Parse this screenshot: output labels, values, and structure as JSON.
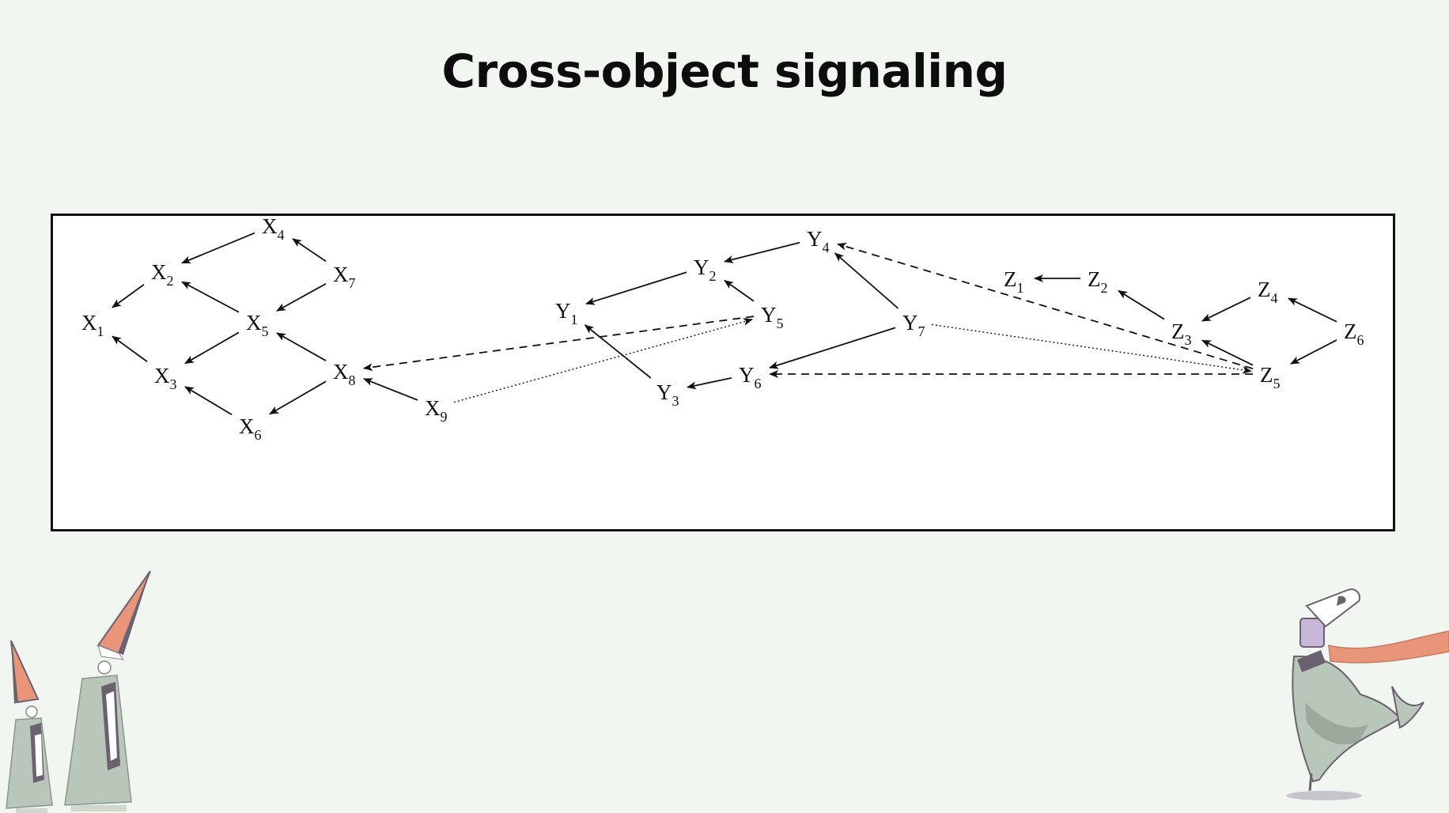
{
  "title": "Cross-object signaling",
  "colors": {
    "background": "#f2f6f1",
    "panel": "#ffffff",
    "ink": "#111111",
    "deco_grey": "#b9c6ba",
    "deco_dark": "#6b6270",
    "deco_salmon": "#e8957a"
  },
  "diagram": {
    "nodes": [
      {
        "id": "X1",
        "letter": "X",
        "sub": "1"
      },
      {
        "id": "X2",
        "letter": "X",
        "sub": "2"
      },
      {
        "id": "X3",
        "letter": "X",
        "sub": "3"
      },
      {
        "id": "X4",
        "letter": "X",
        "sub": "4"
      },
      {
        "id": "X5",
        "letter": "X",
        "sub": "5"
      },
      {
        "id": "X6",
        "letter": "X",
        "sub": "6"
      },
      {
        "id": "X7",
        "letter": "X",
        "sub": "7"
      },
      {
        "id": "X8",
        "letter": "X",
        "sub": "8"
      },
      {
        "id": "X9",
        "letter": "X",
        "sub": "9"
      },
      {
        "id": "Y1",
        "letter": "Y",
        "sub": "1"
      },
      {
        "id": "Y2",
        "letter": "Y",
        "sub": "2"
      },
      {
        "id": "Y3",
        "letter": "Y",
        "sub": "3"
      },
      {
        "id": "Y4",
        "letter": "Y",
        "sub": "4"
      },
      {
        "id": "Y5",
        "letter": "Y",
        "sub": "5"
      },
      {
        "id": "Y6",
        "letter": "Y",
        "sub": "6"
      },
      {
        "id": "Y7",
        "letter": "Y",
        "sub": "7"
      },
      {
        "id": "Z1",
        "letter": "Z",
        "sub": "1"
      },
      {
        "id": "Z2",
        "letter": "Z",
        "sub": "2"
      },
      {
        "id": "Z3",
        "letter": "Z",
        "sub": "3"
      },
      {
        "id": "Z4",
        "letter": "Z",
        "sub": "4"
      },
      {
        "id": "Z5",
        "letter": "Z",
        "sub": "5"
      },
      {
        "id": "Z6",
        "letter": "Z",
        "sub": "6"
      }
    ],
    "edges": [
      {
        "from": "X2",
        "to": "X1",
        "style": "solid"
      },
      {
        "from": "X3",
        "to": "X1",
        "style": "solid"
      },
      {
        "from": "X4",
        "to": "X2",
        "style": "solid"
      },
      {
        "from": "X5",
        "to": "X2",
        "style": "solid"
      },
      {
        "from": "X5",
        "to": "X3",
        "style": "solid"
      },
      {
        "from": "X6",
        "to": "X3",
        "style": "solid"
      },
      {
        "from": "X7",
        "to": "X4",
        "style": "solid"
      },
      {
        "from": "X7",
        "to": "X5",
        "style": "solid"
      },
      {
        "from": "X8",
        "to": "X5",
        "style": "solid"
      },
      {
        "from": "X8",
        "to": "X6",
        "style": "solid"
      },
      {
        "from": "X9",
        "to": "X8",
        "style": "solid"
      },
      {
        "from": "Y2",
        "to": "Y1",
        "style": "solid"
      },
      {
        "from": "Y3",
        "to": "Y1",
        "style": "solid"
      },
      {
        "from": "Y4",
        "to": "Y2",
        "style": "solid"
      },
      {
        "from": "Y5",
        "to": "Y2",
        "style": "solid"
      },
      {
        "from": "Y3",
        "to": "Y6",
        "style": "solid",
        "reverse": true
      },
      {
        "from": "Y7",
        "to": "Y4",
        "style": "solid"
      },
      {
        "from": "Y7",
        "to": "Y6",
        "style": "solid"
      },
      {
        "from": "Z2",
        "to": "Z1",
        "style": "solid"
      },
      {
        "from": "Z3",
        "to": "Z2",
        "style": "solid"
      },
      {
        "from": "Z4",
        "to": "Z3",
        "style": "solid"
      },
      {
        "from": "Z5",
        "to": "Z3",
        "style": "solid"
      },
      {
        "from": "Z6",
        "to": "Z4",
        "style": "solid"
      },
      {
        "from": "Z6",
        "to": "Z5",
        "style": "solid"
      },
      {
        "from": "Y5",
        "to": "X8",
        "style": "dashed"
      },
      {
        "from": "X9",
        "to": "Y5",
        "style": "dotted"
      },
      {
        "from": "Z5",
        "to": "Y4",
        "style": "dashed"
      },
      {
        "from": "Z5",
        "to": "Y6",
        "style": "dashed"
      },
      {
        "from": "Y7",
        "to": "Z5",
        "style": "dotted"
      }
    ]
  }
}
